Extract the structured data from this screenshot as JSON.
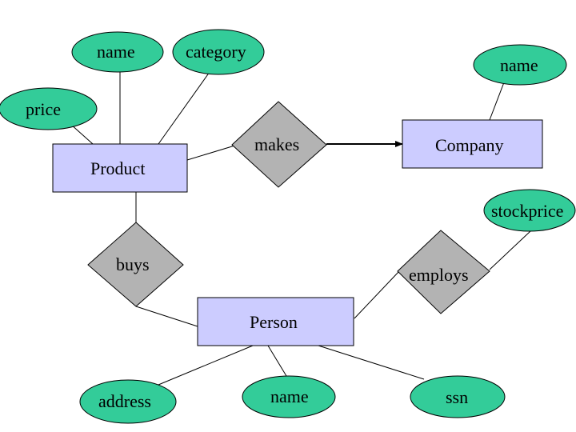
{
  "diagram": {
    "colors": {
      "entity_fill": "#ccccff",
      "attribute_fill": "#33cc99",
      "relationship_fill": "#b3b3b3",
      "stroke": "#000000",
      "background": "#ffffff"
    },
    "entities": {
      "product": "Product",
      "company": "Company",
      "person": "Person"
    },
    "relationships": {
      "makes": "makes",
      "buys": "buys",
      "employs": "employs"
    },
    "attributes": {
      "product_name": "name",
      "product_category": "category",
      "product_price": "price",
      "company_name": "name",
      "company_stockprice": "stockprice",
      "person_address": "address",
      "person_name": "name",
      "person_ssn": "ssn"
    }
  }
}
